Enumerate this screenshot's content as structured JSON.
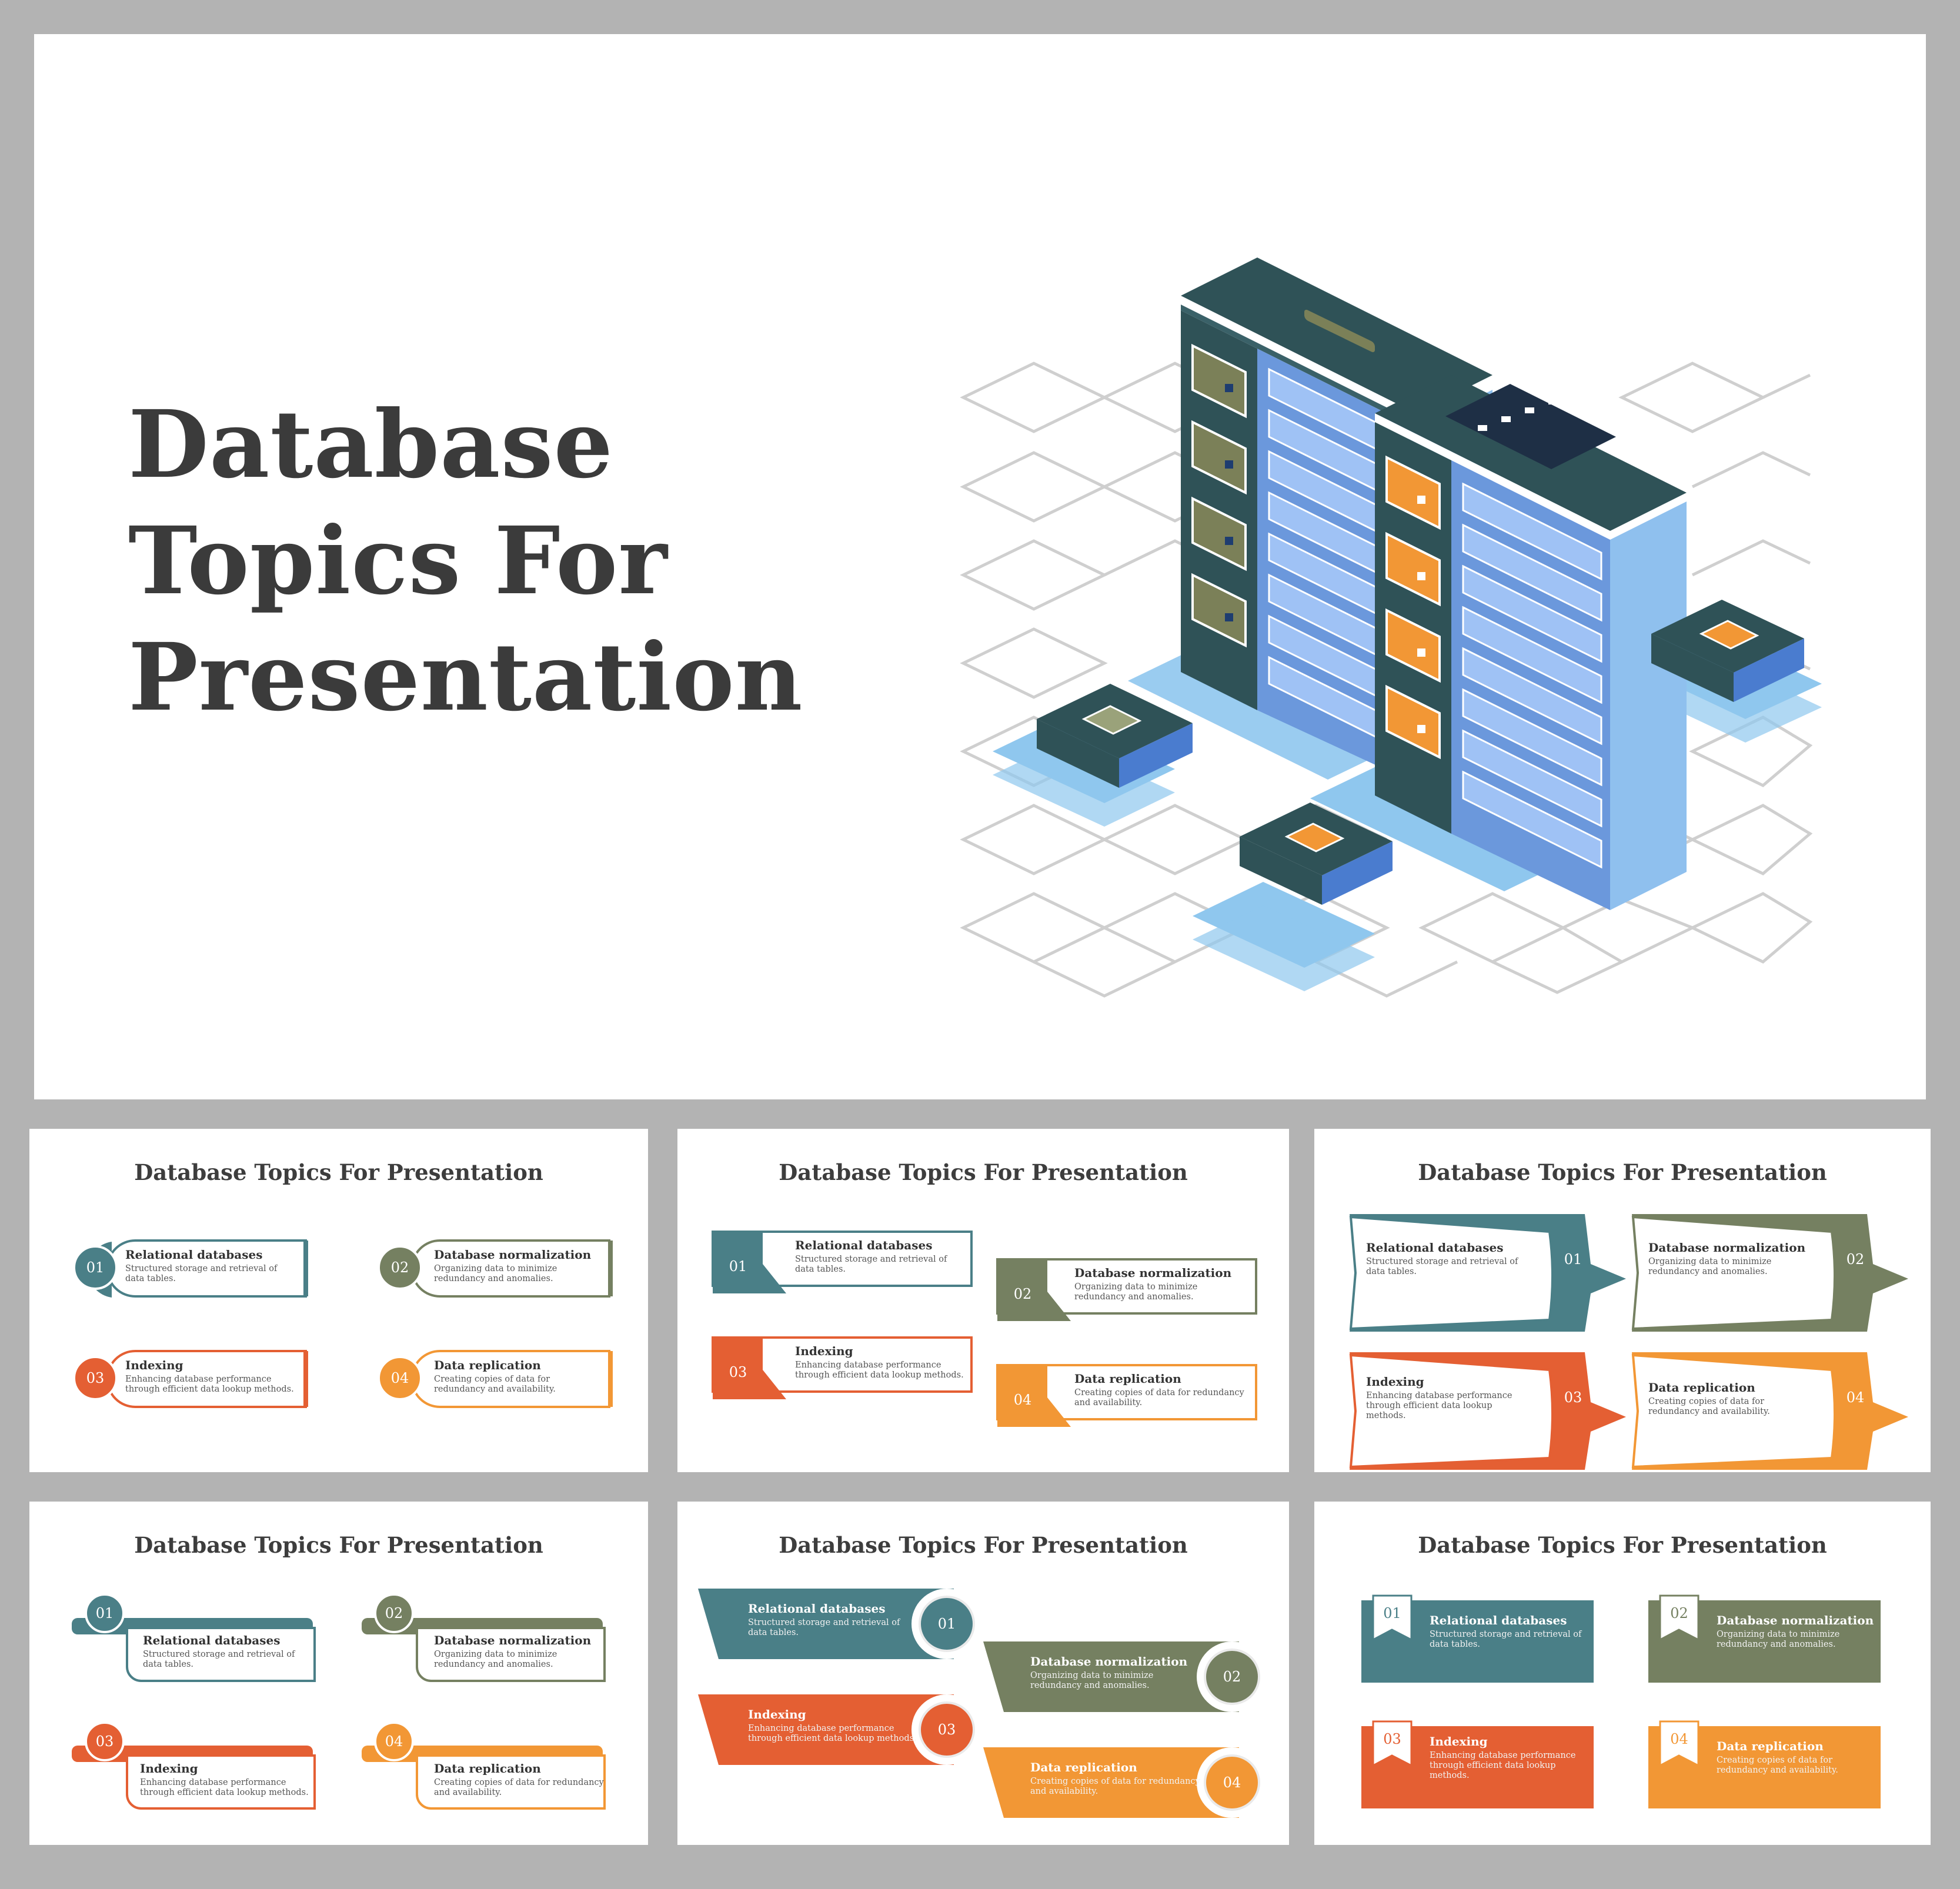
{
  "hero": {
    "title_lines": [
      "Database",
      "Topics For",
      "Presentation"
    ]
  },
  "slide_title": "Database Topics For Presentation",
  "items": [
    {
      "num": "01",
      "title": "Relational databases",
      "desc": "Structured storage and retrieval of data tables."
    },
    {
      "num": "02",
      "title": "Database normalization",
      "desc": "Organizing data to minimize redundancy and anomalies."
    },
    {
      "num": "03",
      "title": "Indexing",
      "desc": "Enhancing database performance through efficient data lookup methods."
    },
    {
      "num": "04",
      "title": "Data replication",
      "desc": "Creating copies of data for redundancy and availability."
    }
  ],
  "colors": {
    "teal": "#4a7f87",
    "olive": "#758061",
    "red": "#e45f33",
    "orange": "#f29735",
    "server_dark": "#2f5257",
    "server_blue": "#6b98dc",
    "base_blue": "#8fc7ee",
    "title_text": "#3b3b3b",
    "background": "#b3b3b3"
  },
  "icons": [
    "server-rack-icon",
    "network-switch-icon",
    "isometric-grid"
  ]
}
